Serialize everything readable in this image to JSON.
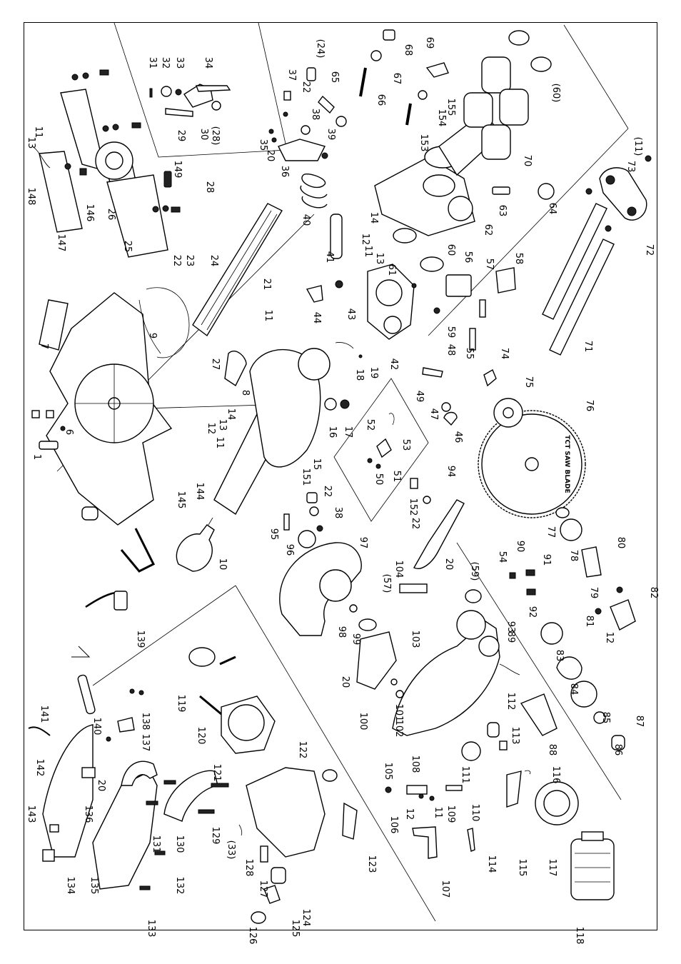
{
  "diagram": {
    "labels": [
      {
        "id": "l1",
        "text": "1"
      },
      {
        "id": "l7",
        "text": "7"
      },
      {
        "id": "l6",
        "text": "6"
      },
      {
        "id": "l10",
        "text": "10"
      },
      {
        "id": "l11a",
        "text": "11"
      },
      {
        "id": "l13a",
        "text": "13"
      },
      {
        "id": "l148",
        "text": "148"
      },
      {
        "id": "l147",
        "text": "147"
      },
      {
        "id": "l146",
        "text": "146"
      },
      {
        "id": "l26",
        "text": "26"
      },
      {
        "id": "l25",
        "text": "25"
      },
      {
        "id": "l149",
        "text": "149"
      },
      {
        "id": "l28",
        "text": "28"
      },
      {
        "id": "l22a",
        "text": "22"
      },
      {
        "id": "l23",
        "text": "23"
      },
      {
        "id": "l24",
        "text": "24"
      },
      {
        "id": "l31",
        "text": "31"
      },
      {
        "id": "l32",
        "text": "32"
      },
      {
        "id": "l33",
        "text": "33"
      },
      {
        "id": "l34",
        "text": "34"
      },
      {
        "id": "l29",
        "text": "29"
      },
      {
        "id": "l30",
        "text": "30"
      },
      {
        "id": "l28b",
        "text": "(28)"
      },
      {
        "id": "l24b",
        "text": "(24)"
      },
      {
        "id": "l37",
        "text": "37"
      },
      {
        "id": "l22b",
        "text": "22"
      },
      {
        "id": "l38a",
        "text": "38"
      },
      {
        "id": "l65",
        "text": "65"
      },
      {
        "id": "l39",
        "text": "39"
      },
      {
        "id": "l35",
        "text": "35"
      },
      {
        "id": "l20a",
        "text": "20"
      },
      {
        "id": "l36",
        "text": "36"
      },
      {
        "id": "l40",
        "text": "40"
      },
      {
        "id": "l41",
        "text": "41"
      },
      {
        "id": "l21",
        "text": "21"
      },
      {
        "id": "l11b",
        "text": "11"
      },
      {
        "id": "l27",
        "text": "27"
      },
      {
        "id": "l8",
        "text": "8"
      },
      {
        "id": "l14a",
        "text": "14"
      },
      {
        "id": "l13b",
        "text": "13"
      },
      {
        "id": "l12a",
        "text": "12"
      },
      {
        "id": "l11c",
        "text": "11"
      },
      {
        "id": "l16",
        "text": "16"
      },
      {
        "id": "l17",
        "text": "17"
      },
      {
        "id": "l15",
        "text": "15"
      },
      {
        "id": "l144",
        "text": "144"
      },
      {
        "id": "l145",
        "text": "145"
      },
      {
        "id": "l18",
        "text": "18"
      },
      {
        "id": "l19",
        "text": "19"
      },
      {
        "id": "l42",
        "text": "42"
      },
      {
        "id": "l43",
        "text": "43"
      },
      {
        "id": "l44",
        "text": "44"
      },
      {
        "id": "l66",
        "text": "66"
      },
      {
        "id": "l67",
        "text": "67"
      },
      {
        "id": "l68",
        "text": "68"
      },
      {
        "id": "l69",
        "text": "69"
      },
      {
        "id": "l153",
        "text": "153"
      },
      {
        "id": "l154",
        "text": "154"
      },
      {
        "id": "l155",
        "text": "155"
      },
      {
        "id": "l70",
        "text": "70"
      },
      {
        "id": "l60b",
        "text": "(60)"
      },
      {
        "id": "l14b",
        "text": "14"
      },
      {
        "id": "l12b",
        "text": "12"
      },
      {
        "id": "l11d",
        "text": "11"
      },
      {
        "id": "l13c",
        "text": "13"
      },
      {
        "id": "l61",
        "text": "61"
      },
      {
        "id": "l60",
        "text": "60"
      },
      {
        "id": "l62",
        "text": "62"
      },
      {
        "id": "l63",
        "text": "63"
      },
      {
        "id": "l64",
        "text": "64"
      },
      {
        "id": "l11e",
        "text": "(11)"
      },
      {
        "id": "l73",
        "text": "73"
      },
      {
        "id": "l72",
        "text": "72"
      },
      {
        "id": "l71",
        "text": "71"
      },
      {
        "id": "l56",
        "text": "56"
      },
      {
        "id": "l57",
        "text": "57"
      },
      {
        "id": "l58",
        "text": "58"
      },
      {
        "id": "l59",
        "text": "59"
      },
      {
        "id": "l48",
        "text": "48"
      },
      {
        "id": "l55",
        "text": "55"
      },
      {
        "id": "l49",
        "text": "49"
      },
      {
        "id": "l47",
        "text": "47"
      },
      {
        "id": "l46",
        "text": "46"
      },
      {
        "id": "l52",
        "text": "52"
      },
      {
        "id": "l53",
        "text": "53"
      },
      {
        "id": "l51",
        "text": "51"
      },
      {
        "id": "l50",
        "text": "50"
      },
      {
        "id": "l74",
        "text": "74"
      },
      {
        "id": "l75",
        "text": "75"
      },
      {
        "id": "l76",
        "text": "76"
      },
      {
        "id": "l77",
        "text": "77"
      },
      {
        "id": "l78",
        "text": "78"
      },
      {
        "id": "l79",
        "text": "79"
      },
      {
        "id": "l80",
        "text": "80"
      },
      {
        "id": "l81",
        "text": "81"
      },
      {
        "id": "l82",
        "text": "82"
      },
      {
        "id": "l12c",
        "text": "12"
      },
      {
        "id": "l94",
        "text": "94"
      },
      {
        "id": "l152",
        "text": "152"
      },
      {
        "id": "l22c",
        "text": "22"
      },
      {
        "id": "l20b",
        "text": "20"
      },
      {
        "id": "l151",
        "text": "151"
      },
      {
        "id": "l22d",
        "text": "22"
      },
      {
        "id": "l38b",
        "text": "38"
      },
      {
        "id": "l95",
        "text": "95"
      },
      {
        "id": "l96",
        "text": "96"
      },
      {
        "id": "l97",
        "text": "97"
      },
      {
        "id": "l104",
        "text": "104"
      },
      {
        "id": "l54",
        "text": "54"
      },
      {
        "id": "l59b",
        "text": "(59)"
      },
      {
        "id": "l57b",
        "text": "(57)"
      },
      {
        "id": "l90",
        "text": "90"
      },
      {
        "id": "l91",
        "text": "91"
      },
      {
        "id": "l92",
        "text": "92"
      },
      {
        "id": "l93",
        "text": "93"
      },
      {
        "id": "l83",
        "text": "83"
      },
      {
        "id": "l84",
        "text": "84"
      },
      {
        "id": "l85",
        "text": "85"
      },
      {
        "id": "l86",
        "text": "86"
      },
      {
        "id": "l87",
        "text": "87"
      },
      {
        "id": "l88",
        "text": "88"
      },
      {
        "id": "l89",
        "text": "89"
      },
      {
        "id": "l98",
        "text": "98"
      },
      {
        "id": "l99",
        "text": "99"
      },
      {
        "id": "l103",
        "text": "103"
      },
      {
        "id": "l20c",
        "text": "20"
      },
      {
        "id": "l100",
        "text": "100"
      },
      {
        "id": "l101",
        "text": "101"
      },
      {
        "id": "l102",
        "text": "102"
      },
      {
        "id": "l105",
        "text": "105"
      },
      {
        "id": "l108",
        "text": "108"
      },
      {
        "id": "l112",
        "text": "112"
      },
      {
        "id": "l113",
        "text": "113"
      },
      {
        "id": "l111",
        "text": "111"
      },
      {
        "id": "l116",
        "text": "116"
      },
      {
        "id": "l106",
        "text": "106"
      },
      {
        "id": "l12d",
        "text": "12"
      },
      {
        "id": "l11f",
        "text": "11"
      },
      {
        "id": "l109",
        "text": "109"
      },
      {
        "id": "l110",
        "text": "110"
      },
      {
        "id": "l107",
        "text": "107"
      },
      {
        "id": "l114",
        "text": "114"
      },
      {
        "id": "l115",
        "text": "115"
      },
      {
        "id": "l117",
        "text": "117"
      },
      {
        "id": "l118",
        "text": "118"
      },
      {
        "id": "l139",
        "text": "139"
      },
      {
        "id": "l140",
        "text": "140"
      },
      {
        "id": "l141",
        "text": "141"
      },
      {
        "id": "l142",
        "text": "142"
      },
      {
        "id": "l143",
        "text": "143"
      },
      {
        "id": "l134",
        "text": "134"
      },
      {
        "id": "l135",
        "text": "135"
      },
      {
        "id": "l136",
        "text": "136"
      },
      {
        "id": "l20d",
        "text": "20"
      },
      {
        "id": "l137",
        "text": "137"
      },
      {
        "id": "l138",
        "text": "138"
      },
      {
        "id": "l131",
        "text": "131"
      },
      {
        "id": "l130",
        "text": "130"
      },
      {
        "id": "l129",
        "text": "129"
      },
      {
        "id": "l132",
        "text": "132"
      },
      {
        "id": "l133",
        "text": "133"
      },
      {
        "id": "l119",
        "text": "119"
      },
      {
        "id": "l120",
        "text": "120"
      },
      {
        "id": "l121",
        "text": "121"
      },
      {
        "id": "l122",
        "text": "122"
      },
      {
        "id": "l123",
        "text": "123"
      },
      {
        "id": "l33b",
        "text": "(33)"
      },
      {
        "id": "l128",
        "text": "128"
      },
      {
        "id": "l127",
        "text": "127"
      },
      {
        "id": "l124",
        "text": "124"
      },
      {
        "id": "l125",
        "text": "125"
      },
      {
        "id": "l126",
        "text": "126"
      },
      {
        "id": "l9",
        "text": "9"
      }
    ],
    "blade_text": "TCT SAW BLADE"
  },
  "colors": {
    "ink": "#000000",
    "paper": "#ffffff"
  }
}
